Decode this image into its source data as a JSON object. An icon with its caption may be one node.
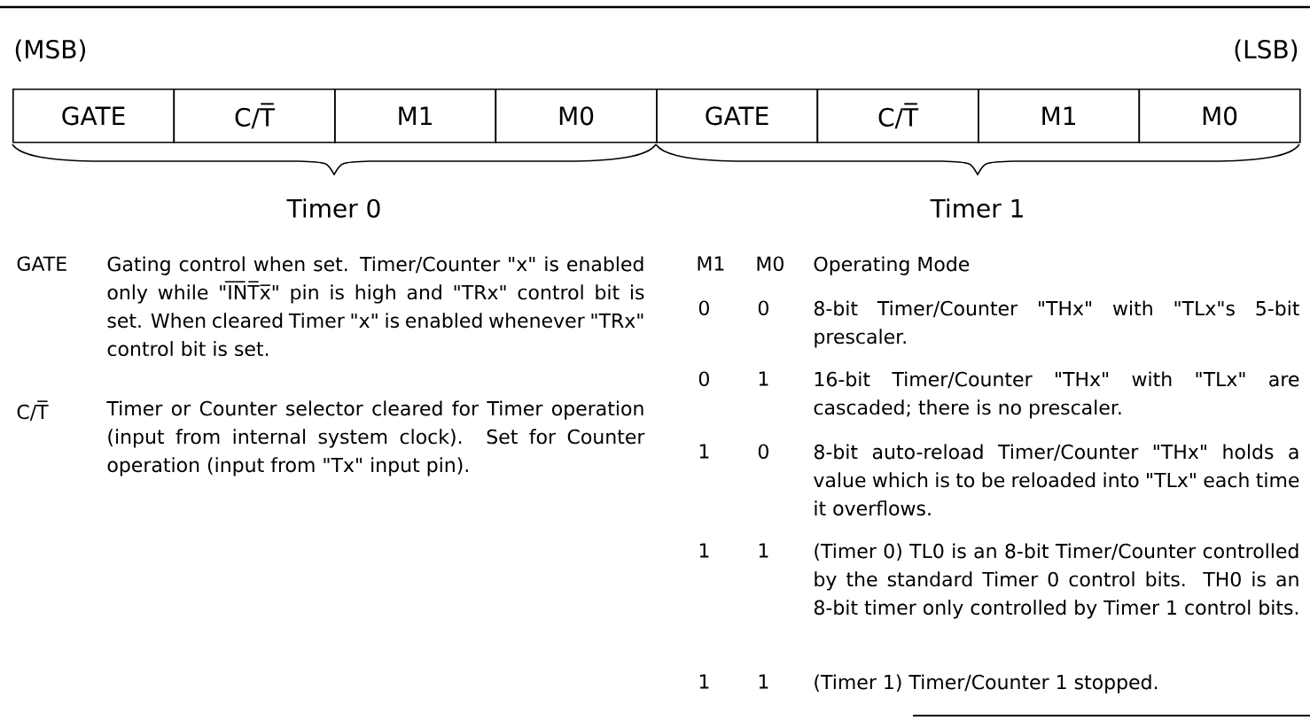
{
  "diagram": {
    "nodes": [
      {
        "text": [
          "GATE"
        ]
      },
      {
        "text": [
          "C/T̅"
        ]
      },
      {
        "text": [
          "M1"
        ]
      },
      {
        "text": [
          "M0"
        ]
      },
      {
        "text": [
          "GATE"
        ]
      },
      {
        "text": [
          "C/T̅"
        ]
      },
      {
        "text": [
          "M1"
        ]
      },
      {
        "text": [
          "M0"
        ]
      }
    ],
    "labels": [
      "(MSB)",
      "(LSB)",
      "Timer 0",
      "Timer 1",
      "GATE",
      "Gating control when set. Timer/Counter \"x\" is enabled only while \"I̅N̅T̅x̅\" pin is high and \"TRx\" control bit is set. When cleared Timer \"x\" is enabled whenever \"TRx\" control bit is set.",
      "C/T̅",
      "Timer or Counter selector cleared for Timer operation (input from internal system clock). Set for Counter operation (input from \"Tx\" input pin).",
      "M1",
      "M0",
      "Operating Mode",
      "0",
      "0",
      "8-bit Timer/Counter \"THx\" with \"TLx\"s 5-bit prescaler.",
      "0",
      "1",
      "16-bit Timer/Counter \"THx\" with \"TLx\" are cascaded; there is no prescaler.",
      "1",
      "0",
      "8-bit auto-reload Timer/Counter \"THx\" holds a value which is to be reloaded into \"TLx\" each time it overflows.",
      "1",
      "1",
      "(Timer 0) TL0 is an 8-bit Timer/Counter controlled by the standard Timer 0 control bits. TH0 is an 8-bit timer only controlled by Timer 1 control bits.",
      "1",
      "1",
      "(Timer 1) Timer/Counter 1 stopped."
    ]
  }
}
